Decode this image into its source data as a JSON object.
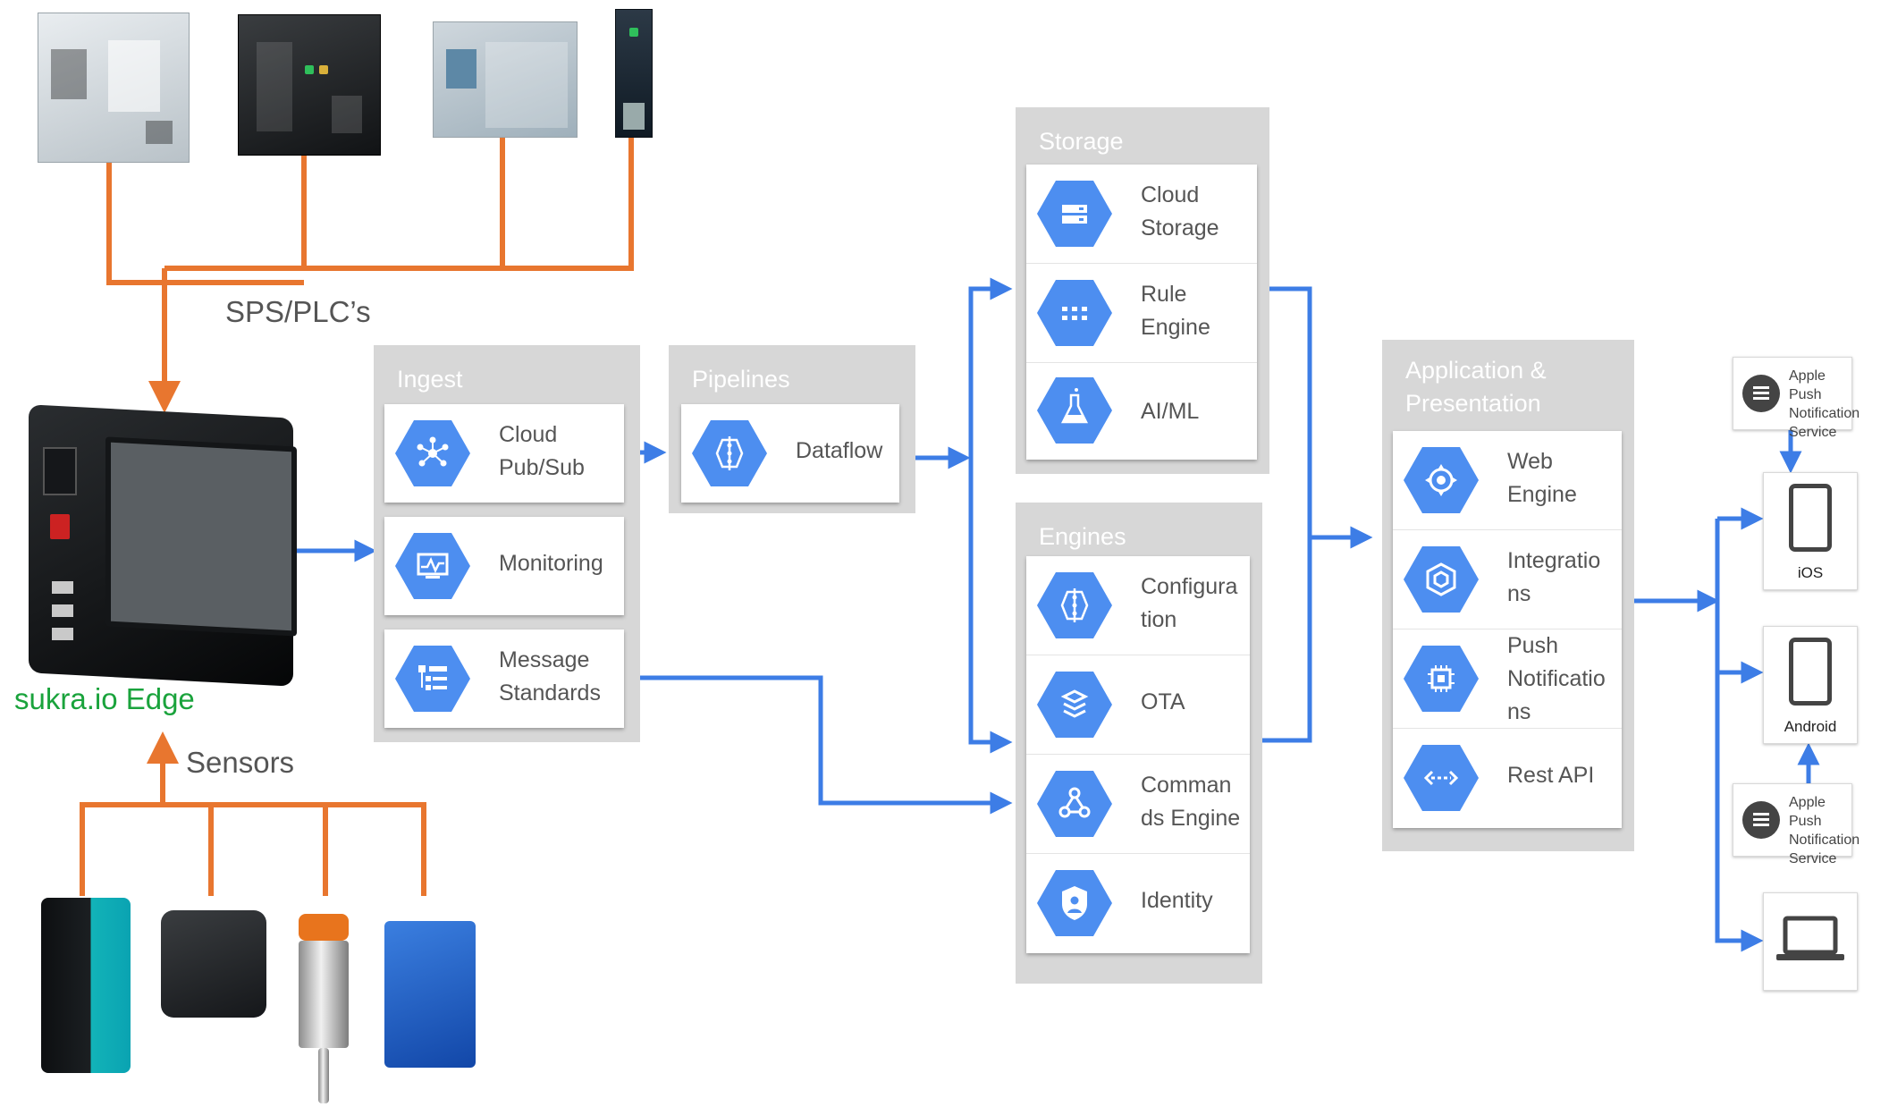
{
  "colors": {
    "plc_wire": "#e8762f",
    "flow_wire": "#3d7de6",
    "edge_label": "#1aa33c",
    "icon_hex": "#4d8ef0",
    "panel": "#d7d7d7"
  },
  "labels": {
    "plc": "SPS/PLC’s",
    "edge": "sukra.io Edge",
    "sensors": "Sensors"
  },
  "groups": {
    "ingest": {
      "title": "Ingest",
      "items": [
        {
          "icon": "pubsub-icon",
          "line1": "Cloud",
          "line2": "Pub/Sub"
        },
        {
          "icon": "monitoring-icon",
          "line1": "Monitoring",
          "line2": ""
        },
        {
          "icon": "message-standards-icon",
          "line1": "Message",
          "line2": "Standards"
        }
      ]
    },
    "pipelines": {
      "title": "Pipelines",
      "items": [
        {
          "icon": "dataflow-icon",
          "line1": "Dataflow",
          "line2": ""
        }
      ]
    },
    "storage": {
      "title": "Storage",
      "items": [
        {
          "icon": "cloud-storage-icon",
          "line1": "Cloud",
          "line2": "Storage"
        },
        {
          "icon": "rule-engine-icon",
          "line1": "Rule",
          "line2": "Engine"
        },
        {
          "icon": "aiml-icon",
          "line1": "AI/ML",
          "line2": ""
        }
      ]
    },
    "engines": {
      "title": "Engines",
      "items": [
        {
          "icon": "configuration-icon",
          "line1": "Configura",
          "line2": "tion",
          "line3": ""
        },
        {
          "icon": "ota-icon",
          "line1": "OTA",
          "line2": "",
          "line3": ""
        },
        {
          "icon": "commands-engine-icon",
          "line1": "Comman",
          "line2": "ds Engine",
          "line3": ""
        },
        {
          "icon": "identity-icon",
          "line1": "Identity",
          "line2": "",
          "line3": ""
        }
      ]
    },
    "app": {
      "title_line1": "Application &",
      "title_line2": "Presentation",
      "items": [
        {
          "icon": "web-engine-icon",
          "line1": "Web",
          "line2": "Engine",
          "line3": ""
        },
        {
          "icon": "integrations-icon",
          "line1": "Integratio",
          "line2": "ns",
          "line3": ""
        },
        {
          "icon": "push-notifications-icon",
          "line1": "Push",
          "line2": "Notificatio",
          "line3": "ns"
        },
        {
          "icon": "rest-api-icon",
          "line1": "Rest API",
          "line2": "",
          "line3": ""
        }
      ]
    }
  },
  "clients": {
    "apns_top": {
      "line1": "Apple Push",
      "line2": "Notification",
      "line3": "Service"
    },
    "ios": {
      "label": "iOS"
    },
    "android": {
      "label": "Android"
    },
    "apns_bottom": {
      "line1": "Apple Push",
      "line2": "Notification",
      "line3": "Service"
    },
    "laptop": {
      "label": ""
    }
  }
}
